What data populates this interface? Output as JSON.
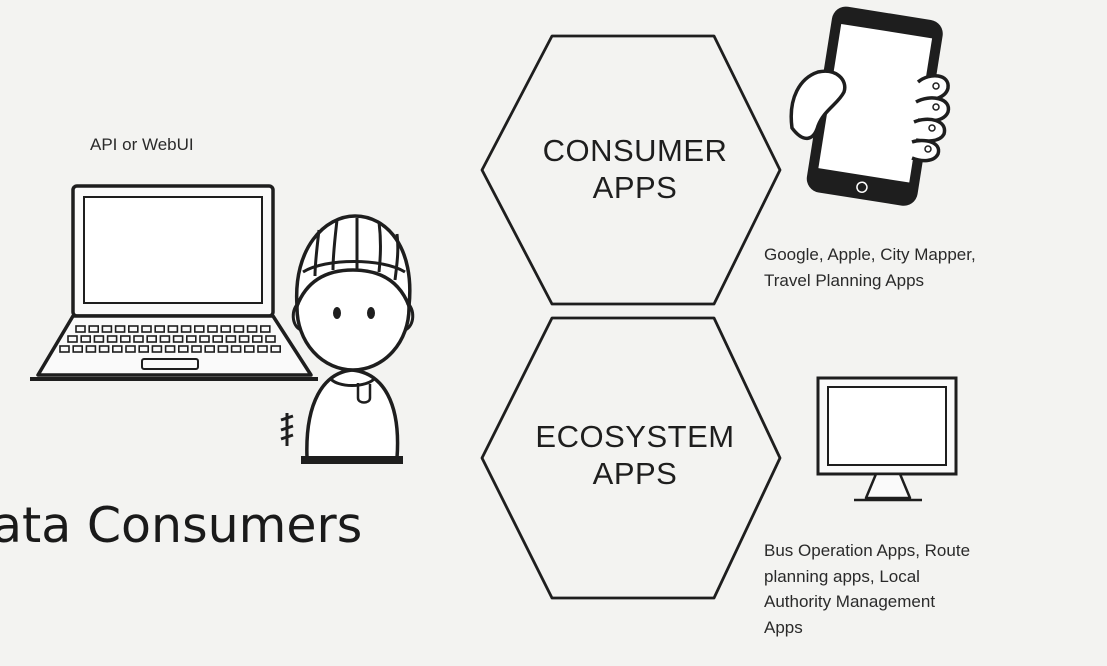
{
  "left": {
    "caption": "API or WebUI",
    "title": "ata Consumers"
  },
  "consumer": {
    "line1": "CONSUMER",
    "line2": "APPS",
    "desc_line1": "Google, Apple, City Mapper,",
    "desc_line2": "Travel Planning Apps"
  },
  "ecosystem": {
    "line1": "ECOSYSTEM",
    "line2": "APPS",
    "desc_line1": "Bus Operation Apps, Route",
    "desc_line2": "planning apps, Local",
    "desc_line3": "Authority Management",
    "desc_line4": "Apps"
  },
  "icons": [
    "laptop-icon",
    "cyclist-icon",
    "smartphone-in-hand-icon",
    "desktop-monitor-icon"
  ],
  "colors": {
    "background": "#f3f3f1",
    "stroke": "#1e1e1e"
  }
}
